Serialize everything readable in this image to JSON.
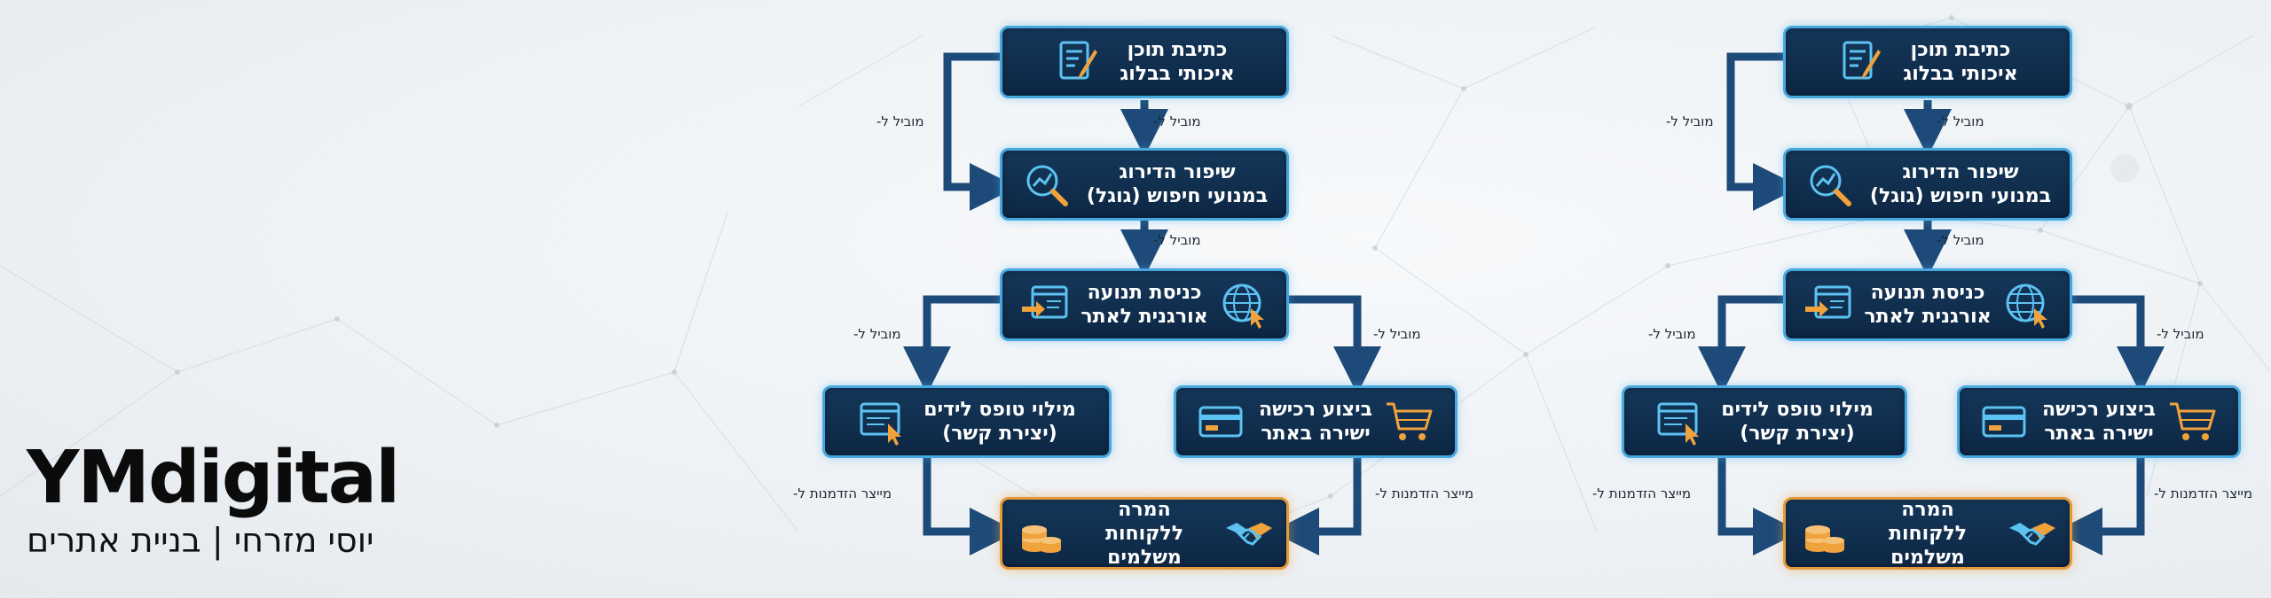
{
  "brand": {
    "logo": "YMdigital",
    "subtitle": "יוסי מזרחי | בניית אתרים"
  },
  "flow": {
    "nodes": {
      "blog": "כתיבת תוכן\nאיכותי בבלוג",
      "seo": "שיפור הדירוג\nבמנועי חיפוש (גוגל)",
      "traffic": "כניסת תנועה\nאורגנית לאתר",
      "leads": "מילוי טופס לידים\n(יצירת קשר)",
      "purchase": "ביצוע רכישה\nישירה באתר",
      "customers": "המרה ללקוחות\nמשלמים"
    },
    "edge_labels": {
      "leads_to": "מוביל ל-",
      "creates_opportunity": "מייצר הזדמנות ל-"
    },
    "icons": {
      "blog": "document-pen-icon",
      "seo": "magnifier-chart-icon",
      "traffic_globe": "globe-cursor-icon",
      "traffic_site": "website-arrow-icon",
      "leads": "form-cursor-icon",
      "purchase_cart": "shopping-cart-icon",
      "purchase_card": "credit-card-icon",
      "customers_hand": "handshake-icon",
      "customers_coins": "coins-icon"
    },
    "colors": {
      "node_fill": "#0d2744",
      "node_border": "#47a8e0",
      "final_border": "#e39a3c",
      "arrow": "#1d4a78",
      "icon_blue": "#5cc2f2",
      "icon_orange": "#f0a23c"
    }
  }
}
